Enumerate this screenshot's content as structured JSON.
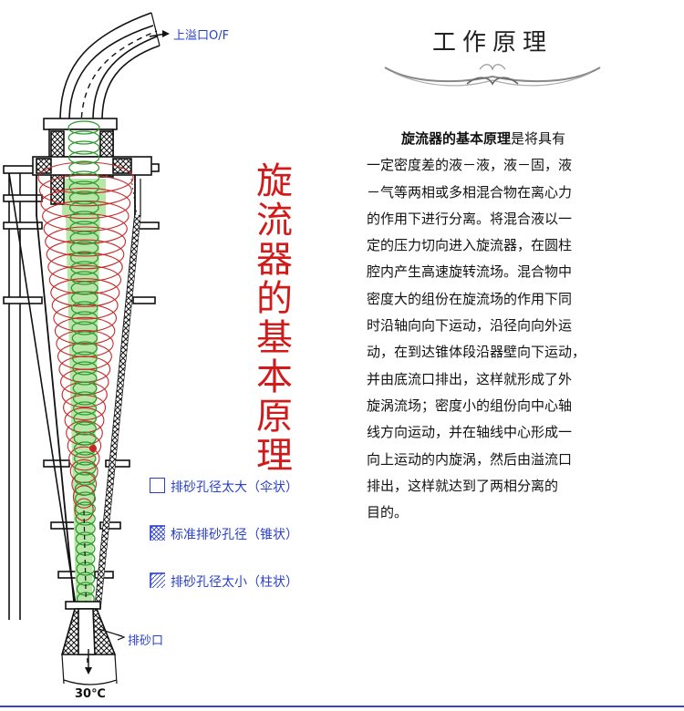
{
  "title": "工作原理",
  "vertical_title": [
    "旋",
    "流",
    "器",
    "的",
    "基",
    "本",
    "原",
    "理"
  ],
  "body": {
    "bold_lead": "旋流器的基本原理",
    "lines": [
      "是将具有",
      "一定密度差的液－液，液－固，液",
      "－气等两相或多相混合物在离心力",
      "的作用下进行分离。将混合液以一",
      "定的压力切向进入旋流器，在圆柱",
      "腔内产生高速旋转流场。混合物中",
      "密度大的组份在旋流场的作用下同",
      "时沿轴向向下运动，沿径向向外运",
      "动，在到达锥体段沿器壁向下运动，",
      "并由底流口排出，这样就形成了外",
      "旋涡流场；密度小的组份向中心轴",
      "线方向运动，并在轴线中心形成一",
      "向上运动的内旋涡，然后由溢流口",
      "排出，这样就达到了两相分离的",
      "目的。"
    ]
  },
  "labels": {
    "overflow": "上溢口O/F",
    "underflow": "排砂口",
    "angle": "30℃"
  },
  "legend": [
    {
      "label": "排砂孔径太大（伞状）",
      "pattern": "empty"
    },
    {
      "label": "标准排砂孔径（锥状）",
      "pattern": "crosshatch"
    },
    {
      "label": "排砂孔径太小（柱状）",
      "pattern": "diagonal"
    }
  ],
  "colors": {
    "outer_vortex": "#c62828",
    "inner_vortex": "#2e9a2e",
    "inner_core": "#b8e6a8",
    "title_red": "#d21a1a",
    "legend_blue": "#2a40c8",
    "frame_blue": "#3b48a6"
  }
}
